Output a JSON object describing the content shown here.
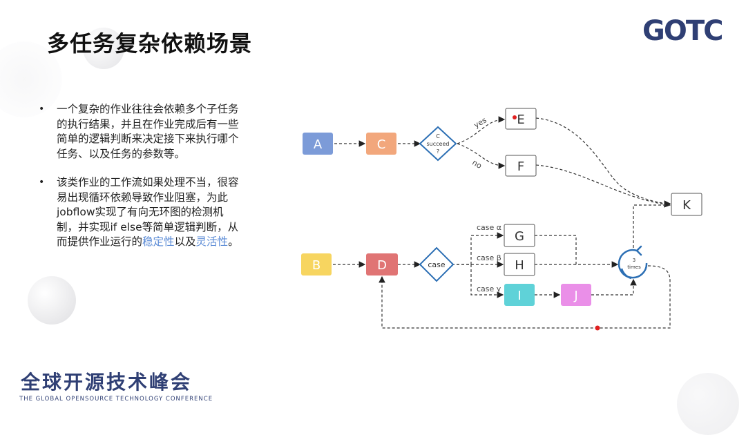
{
  "slide": {
    "title": "多任务复杂依赖场景",
    "logo": "GOTC"
  },
  "bullets": [
    {
      "text": "一个复杂的作业往往会依赖多个子任务的执行结果，并且在作业完成后有一些简单的逻辑判断来决定接下来执行哪个任务、以及任务的参数等。"
    },
    {
      "pre": "该类作业的工作流如果处理不当，很容易出现循环依赖导致作业阻塞，为此jobflow实现了有向无环图的检测机制，并实现if else等简单逻辑判断，从而提供作业运行的",
      "hl1": "稳定性",
      "mid": "以及",
      "hl2": "灵活性",
      "post": "。"
    }
  ],
  "diagram": {
    "nodes": {
      "A": {
        "label": "A",
        "color": "#7c9bd8"
      },
      "C": {
        "label": "C",
        "color": "#f2a77c"
      },
      "E": {
        "label": "E",
        "color": "#ffffff"
      },
      "F": {
        "label": "F",
        "color": "#ffffff"
      },
      "K": {
        "label": "K",
        "color": "#ffffff"
      },
      "B": {
        "label": "B",
        "color": "#f7d560"
      },
      "D": {
        "label": "D",
        "color": "#e07474"
      },
      "G": {
        "label": "G",
        "color": "#ffffff"
      },
      "H": {
        "label": "H",
        "color": "#ffffff"
      },
      "I": {
        "label": "I",
        "color": "#5fd2d8"
      },
      "J": {
        "label": "J",
        "color": "#ea8fe8"
      }
    },
    "decision1": {
      "line1": "C",
      "line2": "succeed",
      "line3": "?"
    },
    "decision2": {
      "label": "case"
    },
    "branch_yes": "yes",
    "branch_no": "no",
    "case_alpha": "case α",
    "case_beta": "case β",
    "case_gamma": "case γ",
    "loop": {
      "line1": "3",
      "line2": "times"
    },
    "accent_color": "#2c6fb4",
    "breakpoint_color": "#e02020"
  },
  "footer": {
    "cn": "全球开源技术峰会",
    "en": "THE GLOBAL OPENSOURCE TECHNOLOGY CONFERENCE"
  }
}
